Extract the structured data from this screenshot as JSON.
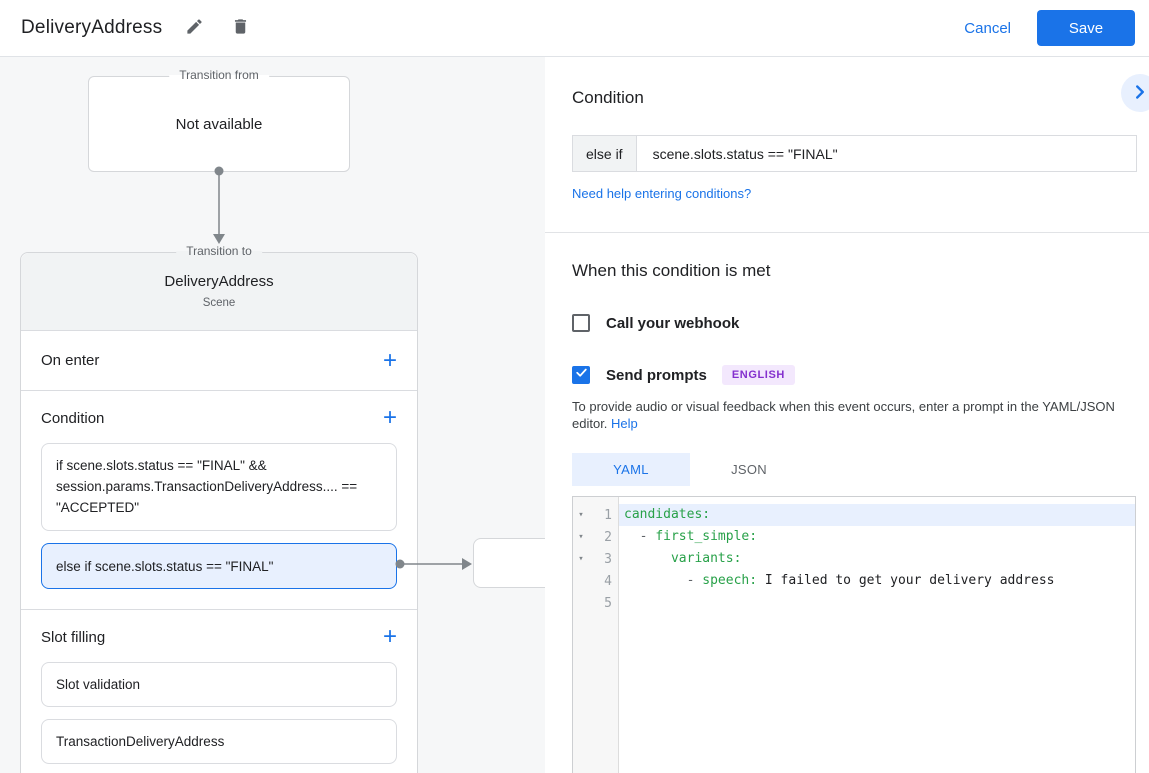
{
  "topbar": {
    "title": "DeliveryAddress",
    "cancel_label": "Cancel",
    "save_label": "Save"
  },
  "icons": {
    "plus": "+",
    "fold": "▾"
  },
  "canvas": {
    "transition_from": {
      "legend": "Transition from",
      "text": "Not available"
    },
    "transition_to": {
      "legend": "Transition to",
      "title": "DeliveryAddress",
      "subtitle": "Scene"
    },
    "on_enter_label": "On enter",
    "condition_label": "Condition",
    "condition_1": "if scene.slots.status == \"FINAL\" && session.params.TransactionDeliveryAddress.... == \"ACCEPTED\"",
    "condition_2": "else if scene.slots.status == \"FINAL\"",
    "slot_filling_label": "Slot filling",
    "slot_1": "Slot validation",
    "slot_2": "TransactionDeliveryAddress"
  },
  "detail": {
    "title": "Condition",
    "condition_prefix": "else if",
    "condition_value": "scene.slots.status == \"FINAL\"",
    "help_link": "Need help entering conditions?",
    "met_title": "When this condition is met",
    "webhook_label": "Call your webhook",
    "prompts_label": "Send prompts",
    "language_badge": "ENGLISH",
    "description_before": "To provide audio or visual feedback when this event occurs, enter a prompt in the YAML/JSON editor. ",
    "description_link": "Help",
    "tabs": {
      "yaml": "YAML",
      "json": "JSON"
    }
  },
  "editor": {
    "line_numbers": [
      "1",
      "2",
      "3",
      "4",
      "5"
    ],
    "lines": [
      {
        "pre": "",
        "key": "candidates:",
        "val": ""
      },
      {
        "pre": "  - ",
        "key": "first_simple:",
        "val": ""
      },
      {
        "pre": "      ",
        "key": "variants:",
        "val": ""
      },
      {
        "pre": "        - ",
        "key": "speech:",
        "val": " I failed to get your delivery address"
      },
      {
        "pre": "",
        "key": "",
        "val": ""
      }
    ]
  },
  "colors": {
    "accent": "#1a73e8",
    "selection": "#e8f0fe",
    "key_green": "#28a149",
    "badge_purple": "#8430ce"
  }
}
